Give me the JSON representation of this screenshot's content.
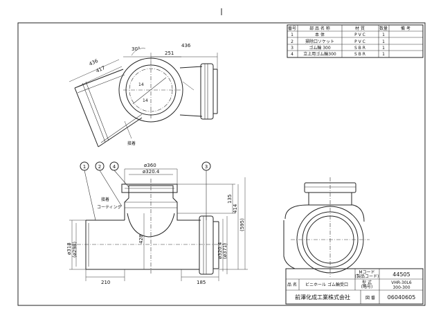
{
  "parts_table": {
    "headers": [
      "番号",
      "部 品 名 称",
      "材 質",
      "数量",
      "備 考"
    ],
    "rows": [
      [
        "1",
        "本 体",
        "P V C",
        "1",
        ""
      ],
      [
        "2",
        "掃除口ソケット",
        "P V C",
        "1",
        ""
      ],
      [
        "3",
        "ゴム輪 300",
        "S B R",
        "1",
        ""
      ],
      [
        "4",
        "立上用ゴム輪300",
        "S B R",
        "1",
        ""
      ]
    ]
  },
  "plan_view": {
    "dim_436_left": "436",
    "dim_417": "417",
    "angle_30": "30°",
    "dim_436_top": "436",
    "dim_251": "251",
    "dim_14a": "14",
    "dim_14b": "14",
    "note_bonding": "接着"
  },
  "front_view": {
    "callouts": [
      "1",
      "2",
      "4",
      "3"
    ],
    "label_bonding": "接着",
    "label_coating": "コーティング",
    "dim_phi360": "ø360",
    "dim_phi3204_top": "ø320.4",
    "dim_135": "135",
    "dim_414": "414",
    "dim_595": "(595)",
    "dim_phi318": "ø318",
    "dim_phi298": "(ø298)",
    "dim_428": "428",
    "dim_phi3204_right": "ø320.4",
    "dim_phi371": "(ø371)",
    "dim_210": "210",
    "dim_185": "185"
  },
  "title_block": {
    "mcode_label": "Mコード\n(製品コード)",
    "mcode_label_1": "Mコード",
    "mcode_label_2": "(製品コード)",
    "mcode_value": "44505",
    "name_label": "品 名",
    "product_name": "ビニホール ゴム輪受口",
    "model_label_1": "型 式",
    "model_label_2": "(略号)",
    "model_1": "VHR-30L6",
    "model_2": "300-300",
    "company": "前澤化成工業株式会社",
    "drawing_no_label": "図 番",
    "drawing_no": "06040605"
  }
}
